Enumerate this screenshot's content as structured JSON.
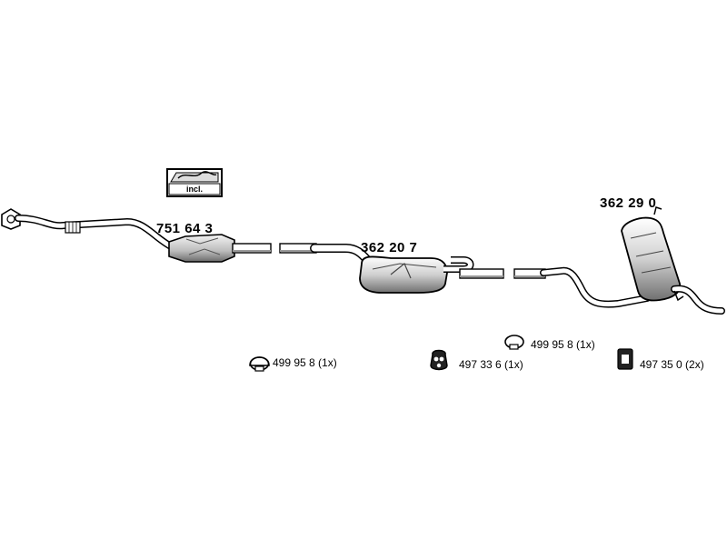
{
  "parts": [
    {
      "id": "front-pipe-catalyst",
      "number": "751 64 3"
    },
    {
      "id": "middle-silencer",
      "number": "362 20 7"
    },
    {
      "id": "rear-silencer",
      "number": "362 29 0"
    }
  ],
  "incl_label": "incl.",
  "accessories": [
    {
      "id": "clamp-1",
      "text": "499 95 8 (1x)",
      "icon": "clamp-ring-icon"
    },
    {
      "id": "rubber-mount",
      "text": "497 33 6 (1x)",
      "icon": "rubber-mount-icon"
    },
    {
      "id": "clamp-2",
      "text": "499 95 8 (1x)",
      "icon": "clamp-ring-icon"
    },
    {
      "id": "hanger-block",
      "text": "497 35 0 (2x)",
      "icon": "hanger-block-icon"
    }
  ]
}
